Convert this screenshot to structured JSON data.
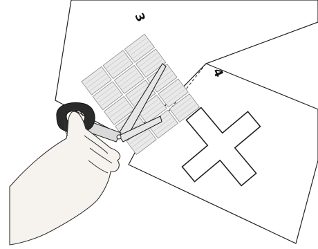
{
  "illustration": {
    "step_labels": {
      "upper_sheet": "3",
      "lower_sheet": "4"
    },
    "icons": [
      "scissors-icon",
      "hand-icon",
      "cross-shape-icon",
      "dashed-cut-line",
      "paper-sheet"
    ],
    "colors": {
      "background": "#ffffff",
      "paper": "#ffffff",
      "outline": "#222222",
      "tile_fill": "#e9e9e9",
      "tile_stroke": "#8a8a8a",
      "skin": "#f6f3ee",
      "scissor_handle": "#2a2a2a",
      "blade": "#e6e6e6"
    }
  }
}
